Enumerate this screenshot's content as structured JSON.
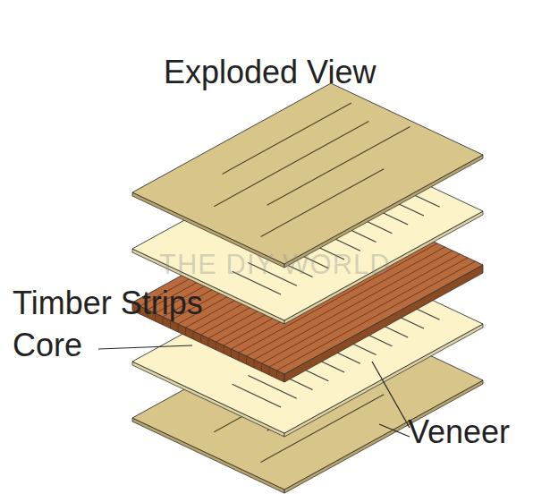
{
  "diagram": {
    "title": "Exploded View",
    "labels": [
      "Timber Strips Core",
      "THE DIY WORLD",
      "Veneer"
    ]
  }
}
